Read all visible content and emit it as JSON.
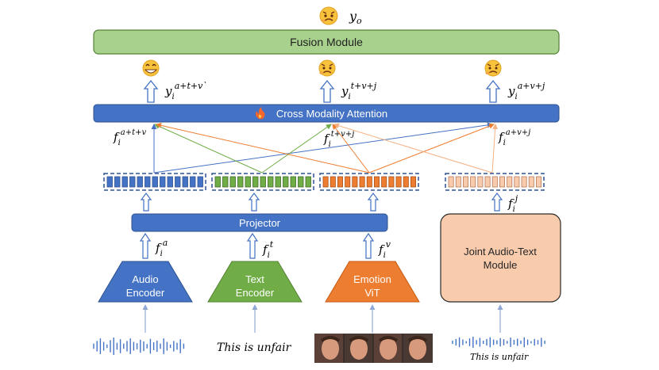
{
  "output_label_main": "y",
  "output_label_main_sub": "o",
  "fusion_module": "Fusion Module",
  "cross_attention": "Cross Modality Attention",
  "projector": "Projector",
  "encoders": {
    "audio": [
      "Audio",
      "Encoder"
    ],
    "text": [
      "Text",
      "Encoder"
    ],
    "emotion": [
      "Emotion",
      "ViT"
    ],
    "joint": [
      "Joint Audio-Text",
      "Module"
    ]
  },
  "input_text": "This is unfair",
  "input_text_small": "This is unfair",
  "feature_labels": {
    "f_a": {
      "base": "f",
      "sub": "i",
      "sup": "a"
    },
    "f_t": {
      "base": "f",
      "sub": "i",
      "sup": "t"
    },
    "f_v": {
      "base": "f",
      "sub": "i",
      "sup": "v"
    },
    "f_j": {
      "base": "f",
      "sub": "i",
      "sup": "j"
    },
    "f_atv": {
      "base": "f",
      "sub": "i",
      "sup": "a+t+v"
    },
    "f_tvj": {
      "base": "f",
      "sub": "i",
      "sup": "t+v+j"
    },
    "f_avj": {
      "base": "f",
      "sub": "i",
      "sup": "a+v+j"
    }
  },
  "output_labels": {
    "y_atv": {
      "base": "y",
      "sub": "i",
      "sup": "a+t+v`"
    },
    "y_tvj": {
      "base": "y",
      "sub": "i",
      "sup": "t+v+j"
    },
    "y_avj": {
      "base": "y",
      "sub": "i",
      "sup": "a+v+j"
    }
  },
  "colors": {
    "blue": "#4472c4",
    "green": "#70ad47",
    "orange": "#ed7d31",
    "peach": "#f8cbad",
    "fusion_fill": "#a9d18e",
    "fusion_stroke": "#548235"
  }
}
